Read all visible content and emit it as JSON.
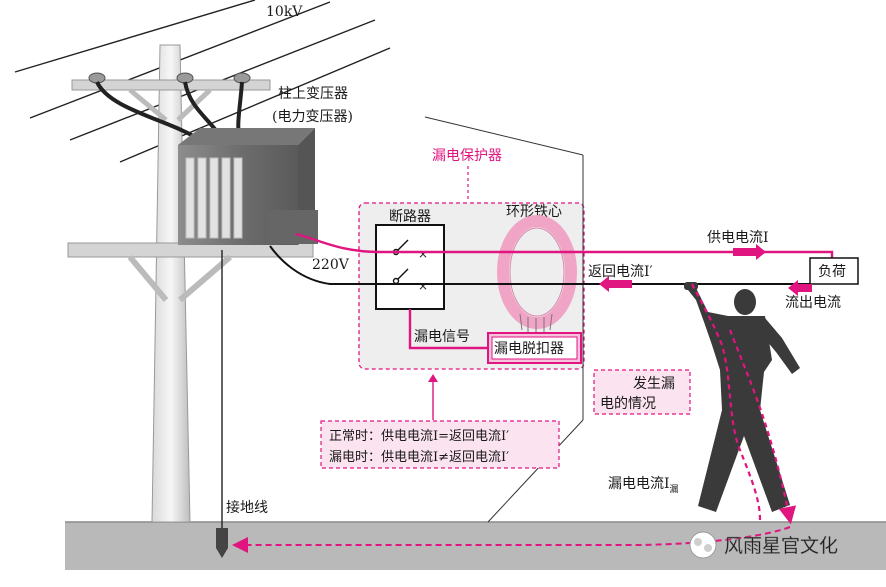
{
  "diagram": {
    "power_line_voltage": "10kV",
    "transformer_label_line1": "柱上变压器",
    "transformer_label_line2": "(电力变压器)",
    "low_voltage": "220V",
    "protector_title": "漏电保护器",
    "breaker_label": "断路器",
    "core_label": "环形铁心",
    "leak_signal_label": "漏电信号",
    "trip_unit_label": "漏电脱扣器",
    "supply_current_label": "供电电流I",
    "return_current_label": "返回电流I′",
    "load_label": "负荷",
    "outflow_current_label": "流出电流",
    "leak_event_line1": "发生漏",
    "leak_event_line2": "电的情况",
    "leak_current_label": "漏电电流I",
    "leak_current_subscript": "漏",
    "ground_wire_label": "接地线",
    "condition_normal": "正常时：供电电流I=返回电流I′",
    "condition_leak": "漏电时：供电电流I≠返回电流I′"
  },
  "watermark": "风雨星官文化",
  "colors": {
    "accent": "#e0157f",
    "note_bg": "#fbe3ef",
    "panel_bg": "#eeeeee",
    "ground": "#b9b9b9"
  }
}
